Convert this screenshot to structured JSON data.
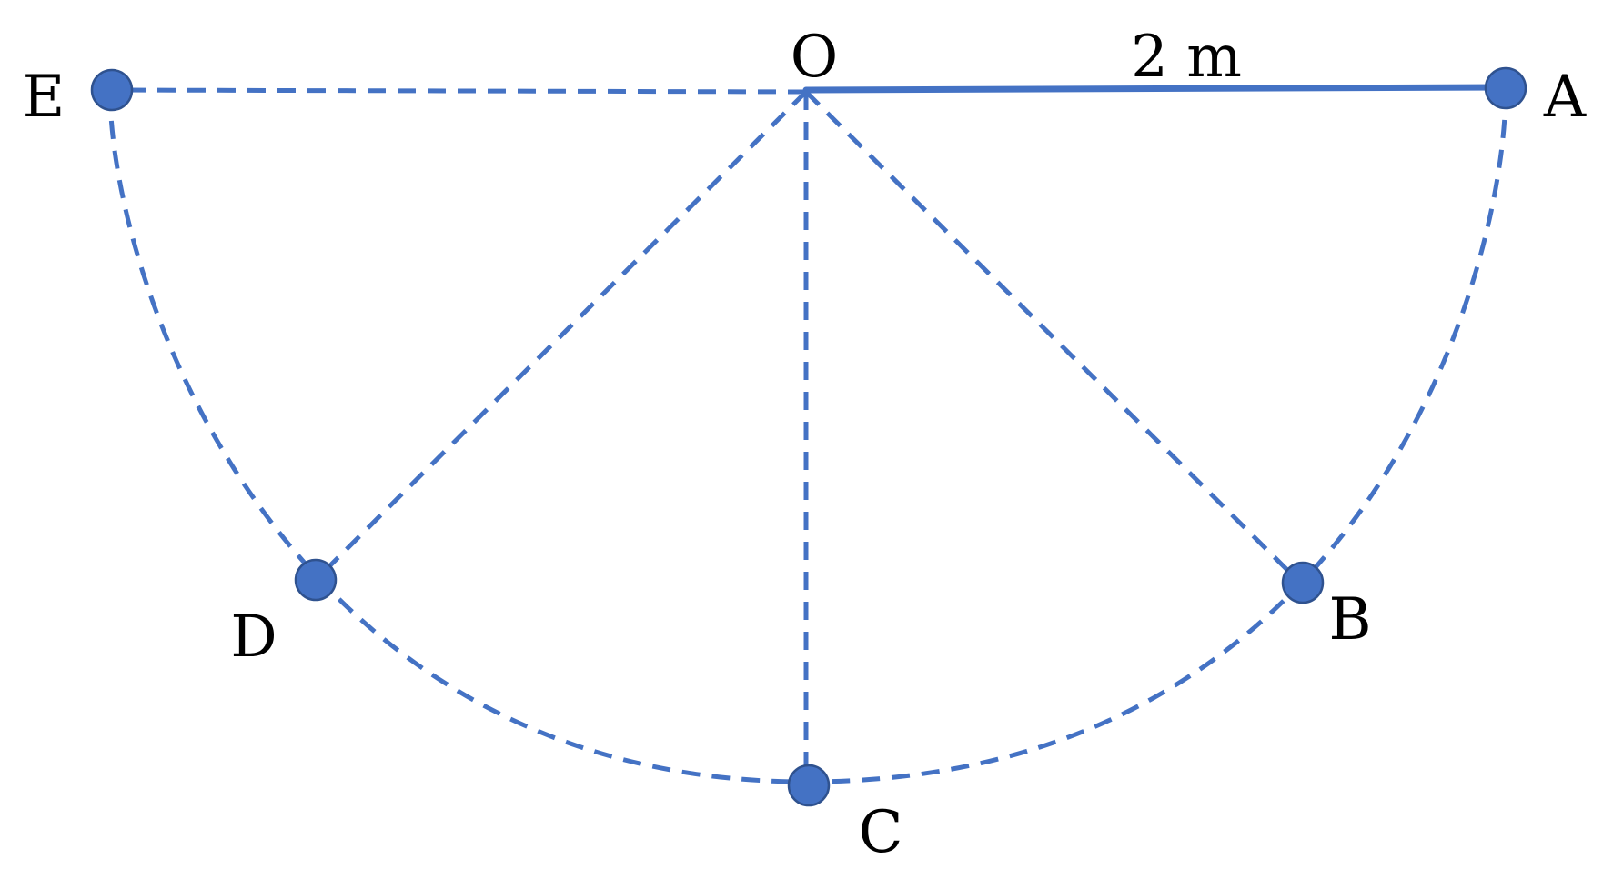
{
  "diagram": {
    "colors": {
      "line": "#4472C4",
      "node_fill": "#4472C4",
      "node_stroke": "#2F528F",
      "text": "#000000"
    },
    "rod_length_label": "2 m",
    "points": {
      "O": "O",
      "A": "A",
      "B": "B",
      "C": "C",
      "D": "D",
      "E": "E"
    }
  }
}
